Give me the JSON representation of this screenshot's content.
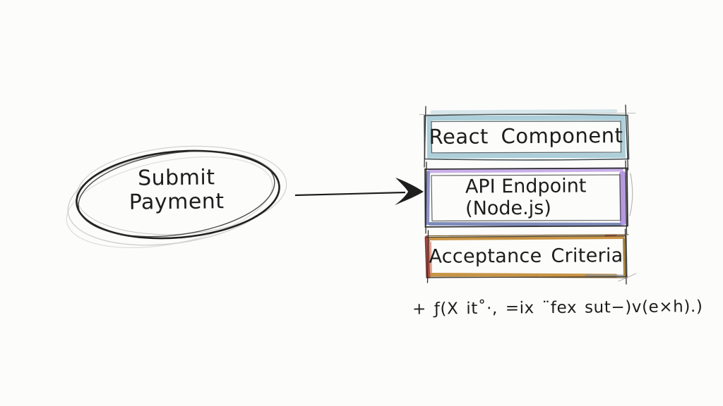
{
  "colors": {
    "ink": "#1d1d1d",
    "sketch_gray": "#bdbdbd",
    "blue": "#a9ccd8",
    "blue_light": "#cfe2e8",
    "purple": "#b193dd",
    "purple_light": "#c6abe8",
    "slate": "#7585b5",
    "indigo": "#8287c6",
    "gold": "#c89445",
    "gold_dark": "#74541f",
    "red": "#c0453c",
    "red_light": "#dd9b8f"
  },
  "node": {
    "line1": "Submit",
    "line2": "Payment"
  },
  "boxes": {
    "react": {
      "label": "React Component"
    },
    "api": {
      "line1": "API Endpoint",
      "line2": "(Node.js)"
    },
    "criteria": {
      "label": "Acceptance Criteria"
    }
  },
  "annotation": {
    "text": "+ ƒ(X it˚·, =ix ¨fex sut−)v(e×h).)"
  }
}
